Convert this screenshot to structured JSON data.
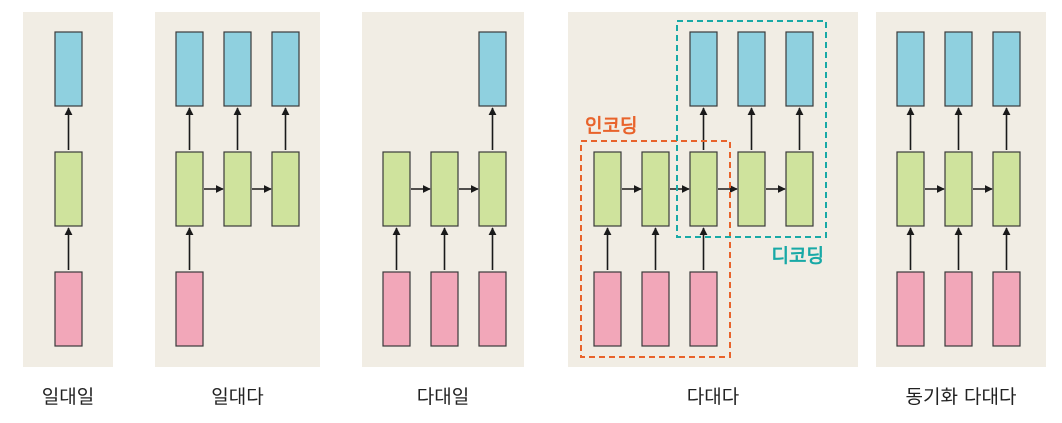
{
  "colors": {
    "panel_bg": "#f1ede4",
    "output_fill": "#8fd0df",
    "hidden_fill": "#cfe39d",
    "input_fill": "#f2a7b9",
    "stroke": "#3a3a3a",
    "encoding": "#e8632b",
    "decoding": "#18a9a6",
    "caption_text": "#222222"
  },
  "panels": [
    {
      "id": "one-to-one",
      "caption": "일대일",
      "steps": 1,
      "outputs": [
        0
      ],
      "inputs": [
        0
      ],
      "recurrent_arrows": false
    },
    {
      "id": "one-to-many",
      "caption": "일대다",
      "steps": 3,
      "outputs": [
        0,
        1,
        2
      ],
      "inputs": [
        0
      ],
      "recurrent_arrows": true
    },
    {
      "id": "many-to-one",
      "caption": "다대일",
      "steps": 3,
      "outputs": [
        2
      ],
      "inputs": [
        0,
        1,
        2
      ],
      "recurrent_arrows": true
    },
    {
      "id": "many-to-many-seq2seq",
      "caption": "다대다",
      "steps": 5,
      "outputs": [
        2,
        3,
        4
      ],
      "inputs": [
        0,
        1,
        2
      ],
      "recurrent_arrows": true,
      "regions": [
        {
          "id": "encoding",
          "label": "인코딩",
          "from_step": 0,
          "to_step": 2,
          "rows": [
            "hidden",
            "input"
          ],
          "color_key": "encoding"
        },
        {
          "id": "decoding",
          "label": "디코딩",
          "from_step": 2,
          "to_step": 4,
          "rows": [
            "output",
            "hidden"
          ],
          "color_key": "decoding"
        }
      ]
    },
    {
      "id": "many-to-many-sync",
      "caption": "동기화 다대다",
      "steps": 3,
      "outputs": [
        0,
        1,
        2
      ],
      "inputs": [
        0,
        1,
        2
      ],
      "recurrent_arrows": true
    }
  ]
}
